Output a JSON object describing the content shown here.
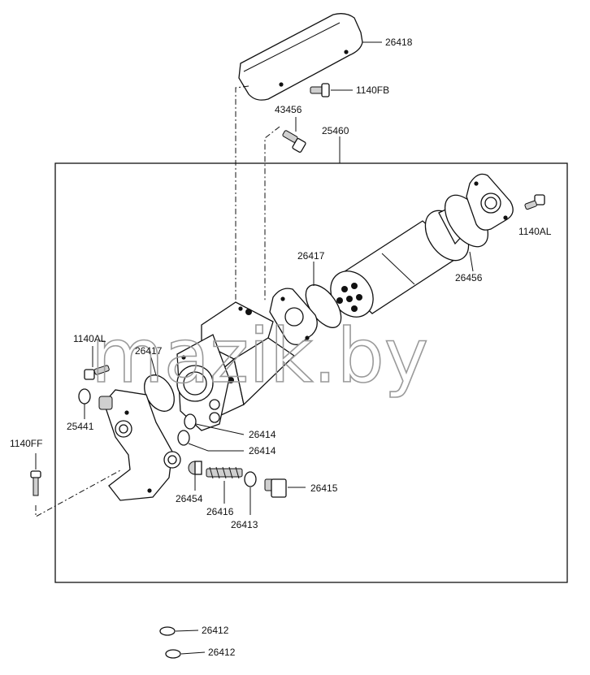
{
  "watermark": "mazik.by",
  "labels": {
    "p26418": "26418",
    "p1140fb": "1140FB",
    "p43456": "43456",
    "p25460": "25460",
    "p1140al_right": "1140AL",
    "p26417_top": "26417",
    "p26456": "26456",
    "p1140al_left": "1140AL",
    "p26417_left": "26417",
    "p25441": "25441",
    "p1140ff": "1140FF",
    "p26414_a": "26414",
    "p26414_b": "26414",
    "p26415": "26415",
    "p26454": "26454",
    "p26416": "26416",
    "p26413": "26413",
    "p26412_a": "26412",
    "p26412_b": "26412"
  }
}
